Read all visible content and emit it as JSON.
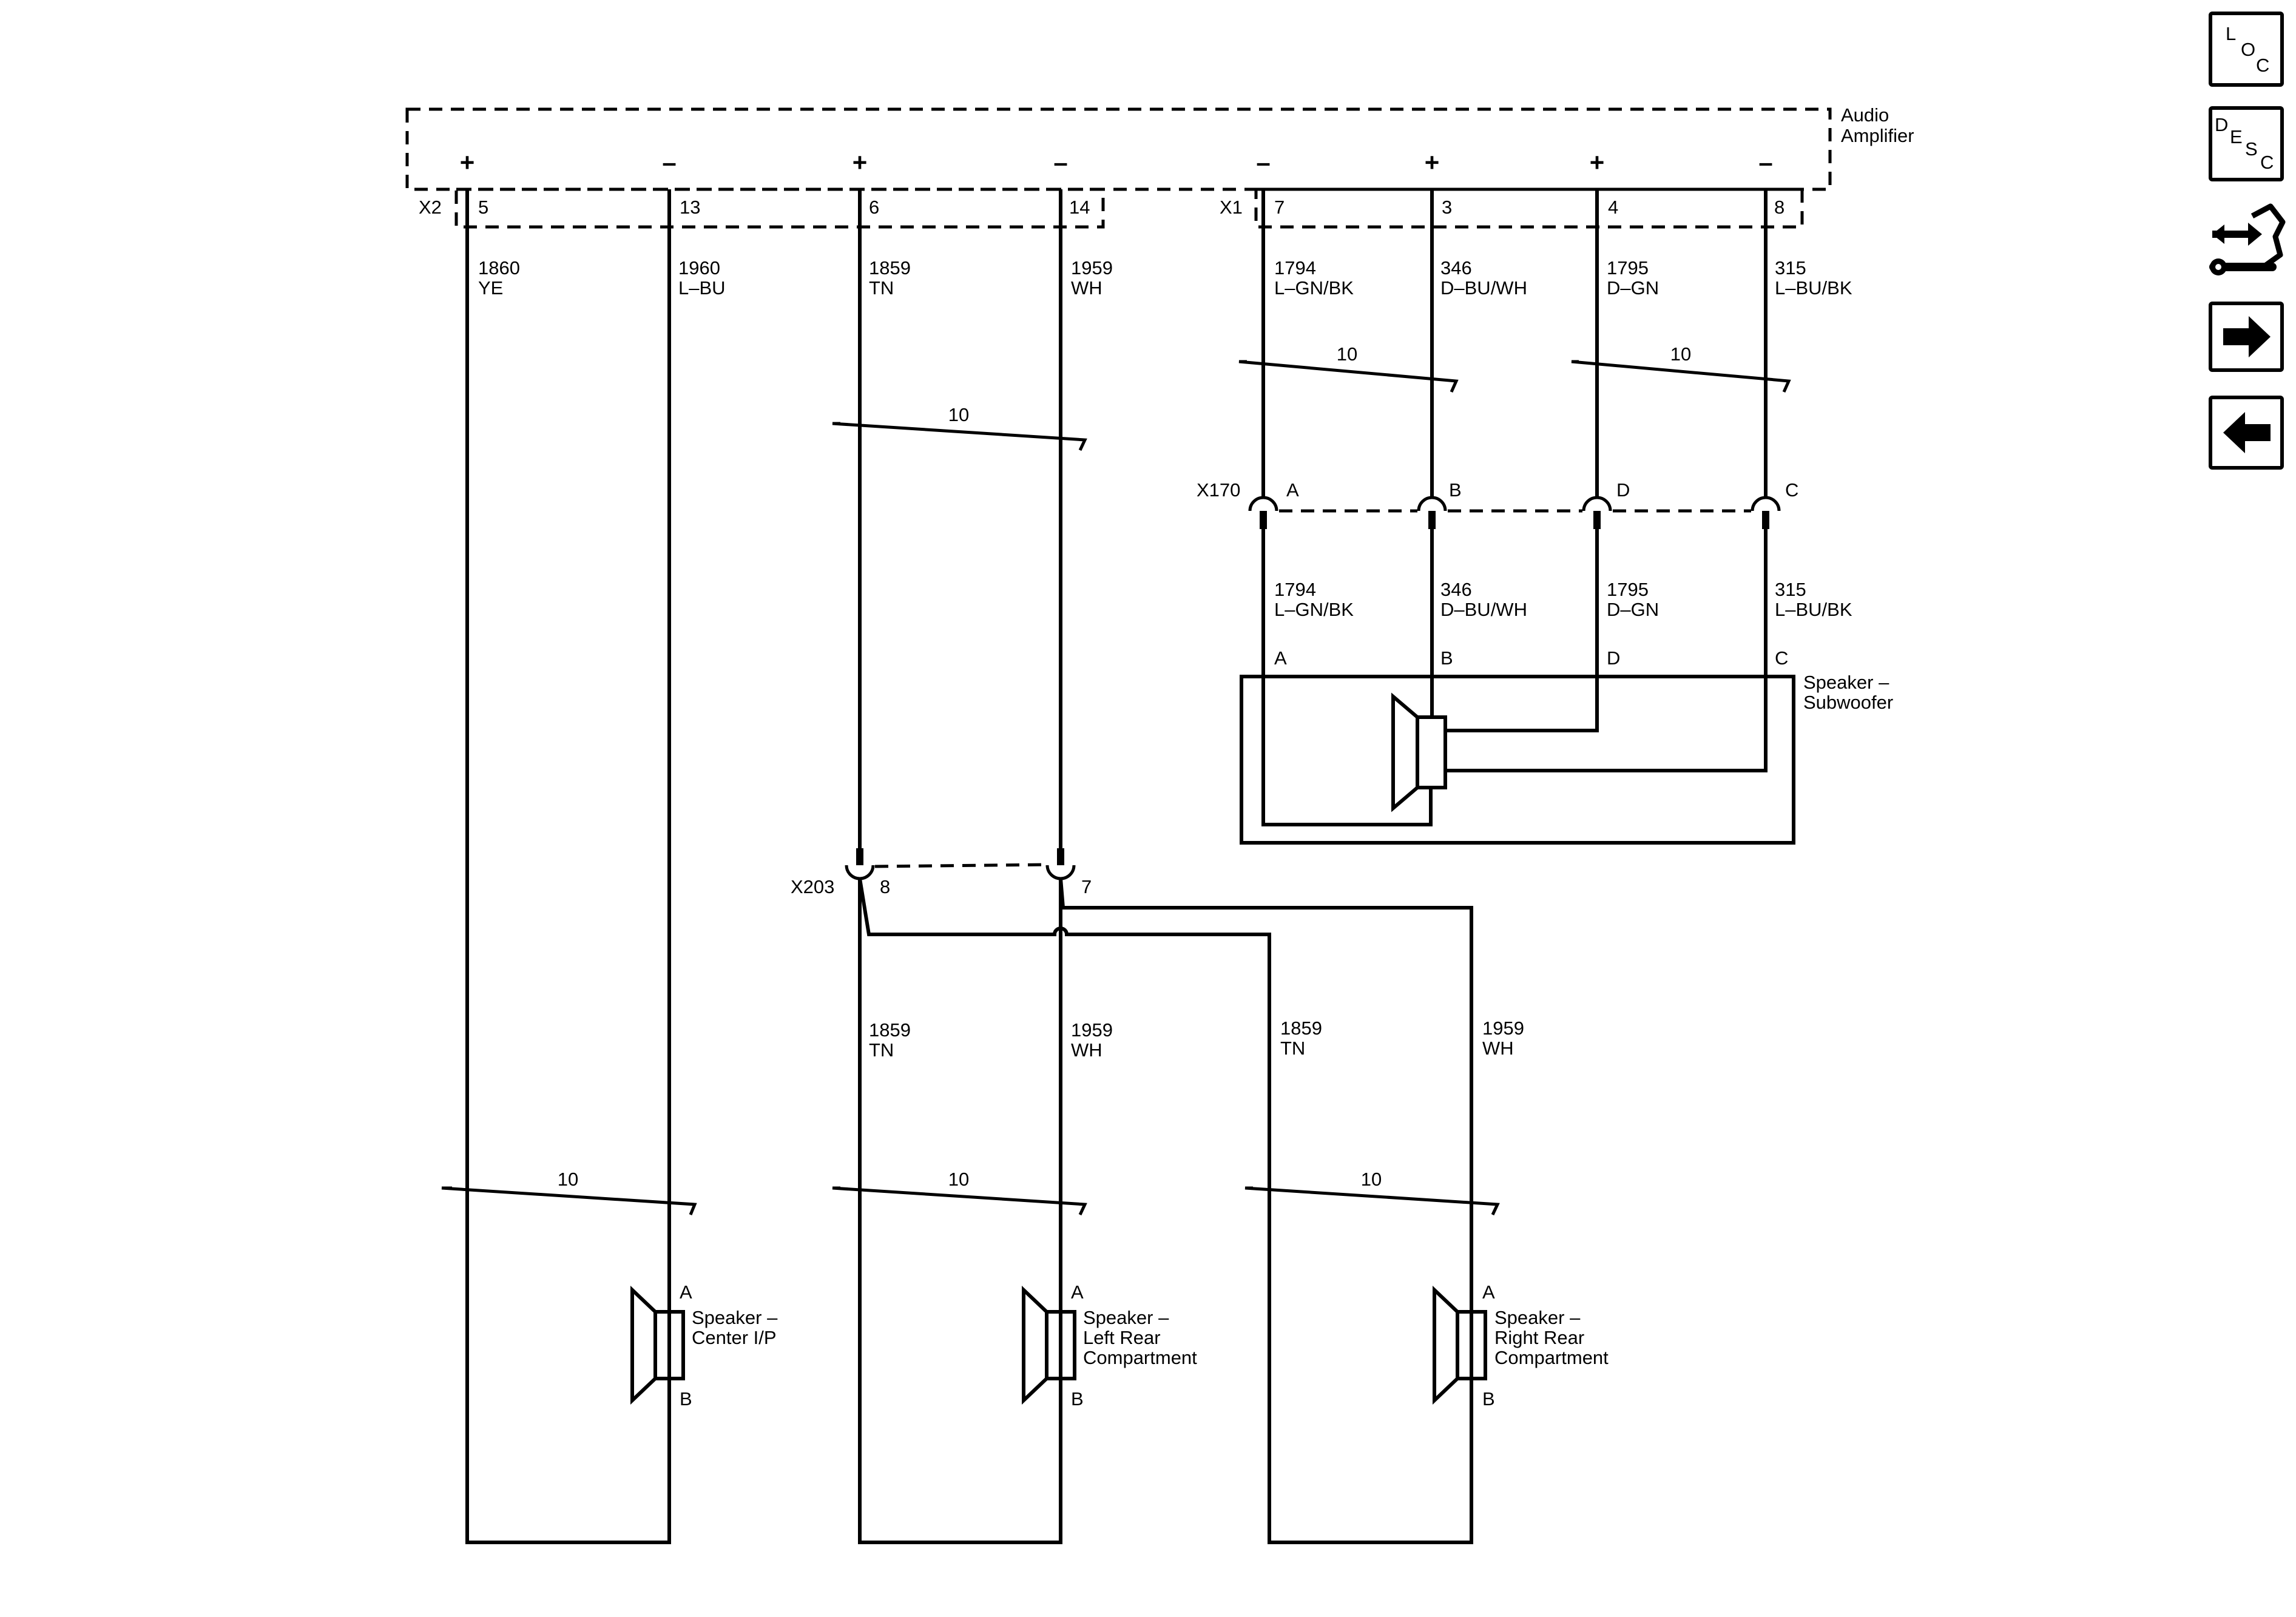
{
  "amplifier": {
    "name_line1": "Audio",
    "name_line2": "Amplifier",
    "connector_x2": "X2",
    "connector_x1": "X1",
    "polarity": [
      "+",
      "–",
      "+",
      "–",
      "–",
      "+",
      "+",
      "–"
    ],
    "pins": [
      "5",
      "13",
      "6",
      "14",
      "7",
      "3",
      "4",
      "8"
    ]
  },
  "wires_top": [
    {
      "circuit": "1860",
      "color": "YE"
    },
    {
      "circuit": "1960",
      "color": "L–BU"
    },
    {
      "circuit": "1859",
      "color": "TN"
    },
    {
      "circuit": "1959",
      "color": "WH"
    },
    {
      "circuit": "1794",
      "color": "L–GN/BK"
    },
    {
      "circuit": "346",
      "color": "D–BU/WH"
    },
    {
      "circuit": "1795",
      "color": "D–GN"
    },
    {
      "circuit": "315",
      "color": "L–BU/BK"
    }
  ],
  "twist_label": "10",
  "x170": {
    "name": "X170",
    "pins": [
      "A",
      "B",
      "D",
      "C"
    ]
  },
  "wires_sub": [
    {
      "circuit": "1794",
      "color": "L–GN/BK"
    },
    {
      "circuit": "346",
      "color": "D–BU/WH"
    },
    {
      "circuit": "1795",
      "color": "D–GN"
    },
    {
      "circuit": "315",
      "color": "L–BU/BK"
    }
  ],
  "subwoofer": {
    "pins": [
      "A",
      "B",
      "D",
      "C"
    ],
    "name_line1": "Speaker –",
    "name_line2": "Subwoofer"
  },
  "x203": {
    "name": "X203",
    "pin_left": "8",
    "pin_right": "7"
  },
  "wires_rear": [
    {
      "circuit": "1859",
      "color": "TN"
    },
    {
      "circuit": "1959",
      "color": "WH"
    },
    {
      "circuit": "1859",
      "color": "TN"
    },
    {
      "circuit": "1959",
      "color": "WH"
    }
  ],
  "speaker_center": {
    "pin_a": "A",
    "pin_b": "B",
    "line1": "Speaker –",
    "line2": "Center I/P"
  },
  "speaker_left": {
    "pin_a": "A",
    "pin_b": "B",
    "line1": "Speaker –",
    "line2": "Left Rear",
    "line3": "Compartment"
  },
  "speaker_right": {
    "pin_a": "A",
    "pin_b": "B",
    "line1": "Speaker –",
    "line2": "Right Rear",
    "line3": "Compartment"
  },
  "nav": {
    "loc": [
      "L",
      "O",
      "C"
    ],
    "desc": [
      "D",
      "E",
      "S",
      "C"
    ]
  },
  "icons": {
    "connector_view": "connector-end-view-icon",
    "next": "arrow-right-icon",
    "previous": "arrow-left-icon"
  }
}
